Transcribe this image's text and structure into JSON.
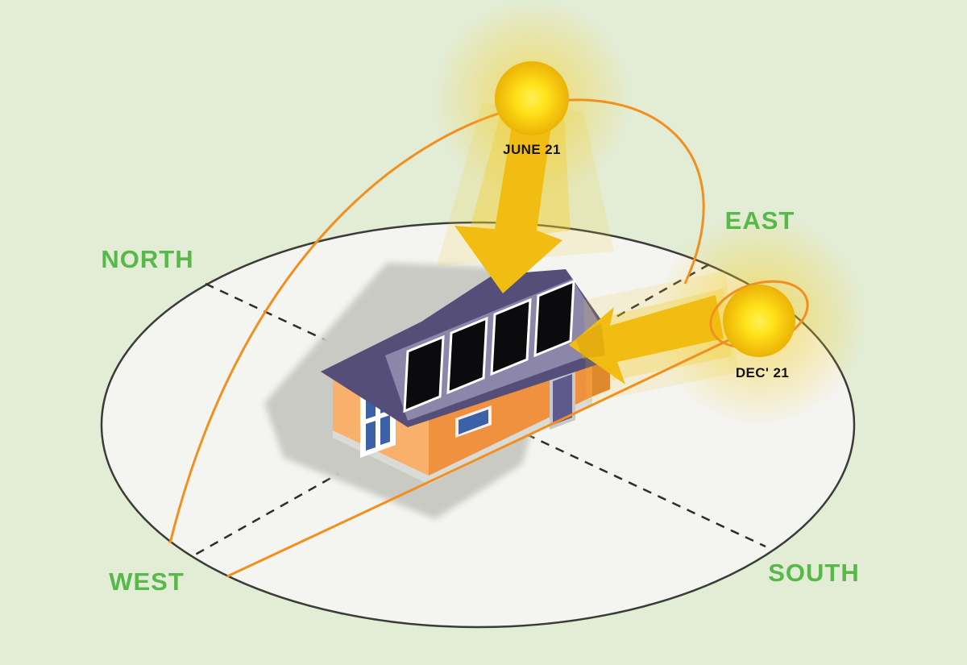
{
  "diagram": {
    "description": "Sun path diagram over a house with rooftop solar panels",
    "compass": {
      "north": "NORTH",
      "east": "EAST",
      "south": "SOUTH",
      "west": "WEST"
    },
    "sun_markers": {
      "summer": "JUNE 21",
      "winter": "DEC' 21"
    }
  },
  "palette": {
    "background_green": "#e3ecd4",
    "ground_ellipse_fill": "#f4f4f1",
    "ground_ellipse_stroke": "#3b3b38",
    "compass_label_green": "#58b94b",
    "sun_path_orange": "#f18f1f",
    "dashed_axis_dark": "#2d2d2a",
    "sun_core_yellow": "#ffe41c",
    "sun_rim_gold": "#eab307",
    "arrow_gold": "#f2bd12",
    "roof_dark_purple": "#544e79",
    "roof_light_purple": "#8c86aa",
    "solar_panel_black": "#0b0b0e",
    "wall_gable_orange": "#f9b06a",
    "wall_front_orange": "#f09140",
    "door_purple": "#5f5a8e",
    "window_blue": "#3d61a6",
    "shadow_gray": "#c9cac3",
    "label_black": "#141414"
  }
}
